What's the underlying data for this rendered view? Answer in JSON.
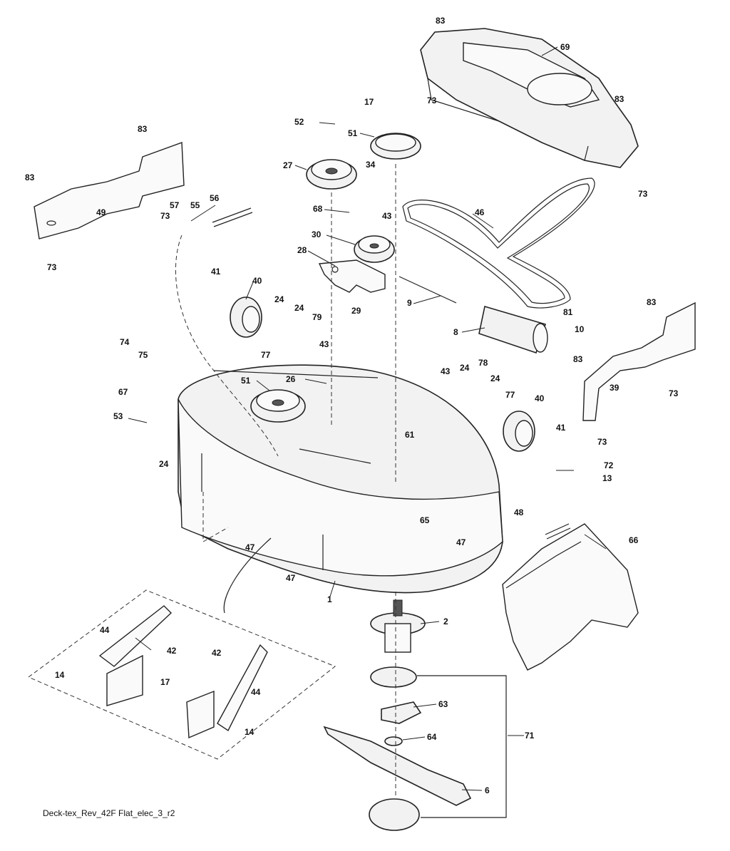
{
  "diagram": {
    "caption": "Deck-tex_Rev_42F Flat_elec_3_r2",
    "callouts": {
      "c83a": "83",
      "c73a": "73",
      "c69": "69",
      "c83b": "83",
      "c73b": "73",
      "c17a": "17",
      "c52": "52",
      "c51a": "51",
      "c27": "27",
      "c34": "34",
      "c83c": "83",
      "c83d": "83",
      "c49": "49",
      "c73c": "73",
      "c73d": "73",
      "c56": "56",
      "c57": "57",
      "c55": "55",
      "c68": "68",
      "c43a": "43",
      "c46": "46",
      "c30": "30",
      "c28": "28",
      "c41a": "41",
      "c40a": "40",
      "c24a": "24",
      "c24b": "24",
      "c79": "79",
      "c29": "29",
      "c9": "9",
      "c81": "81",
      "c10": "10",
      "c8": "8",
      "c83e": "83",
      "c83f": "83",
      "c43b": "43",
      "c77a": "77",
      "c74": "74",
      "c75": "75",
      "c26": "26",
      "c51b": "51",
      "c43c": "43",
      "c24c": "24",
      "c78": "78",
      "c24d": "24",
      "c39": "39",
      "c73e": "73",
      "c67": "67",
      "c53": "53",
      "c77b": "77",
      "c40b": "40",
      "c41b": "41",
      "c73f": "73",
      "c72": "72",
      "c13": "13",
      "c61": "61",
      "c24e": "24",
      "c65": "65",
      "c48": "48",
      "c47a": "47",
      "c47b": "47",
      "c47c": "47",
      "c66": "66",
      "c1": "1",
      "c2": "2",
      "c44a": "44",
      "c42a": "42",
      "c42b": "42",
      "c14a": "14",
      "c17b": "17",
      "c44b": "44",
      "c14b": "14",
      "c63": "63",
      "c71": "71",
      "c64": "64",
      "c6": "6"
    }
  }
}
